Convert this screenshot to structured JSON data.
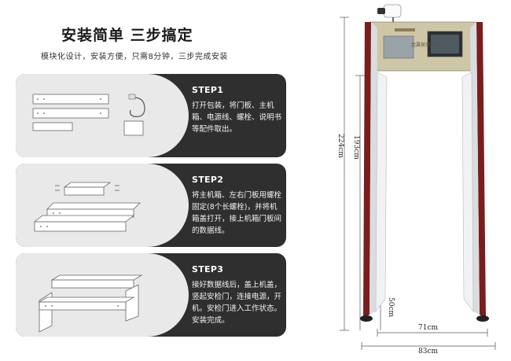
{
  "header": {
    "title": "安装简单 三步搞定",
    "subtitle": "模块化设计，安装方便，只需8分钟，三步完成安装"
  },
  "steps": [
    {
      "label": "STEP1",
      "desc": "打开包装，将门板、主机箱、电源线、螺栓、说明书等配件取出。"
    },
    {
      "label": "STEP2",
      "desc": "将主机箱、左右门板用螺栓固定(8个长螺栓)，并将机箱盖打开，接上机箱门板间的数据线。"
    },
    {
      "label": "STEP3",
      "desc": "接好数据线后，盖上机盖，竖起安检门，连接电源，开机。安检门进入工作状态。安装完成。"
    }
  ],
  "product": {
    "panel_text": "金属探测安检门",
    "dims": {
      "outer_height": "224cm",
      "inner_height": "193cm",
      "foot": "50cm",
      "inner_width": "71cm",
      "outer_width": "83cm"
    }
  }
}
